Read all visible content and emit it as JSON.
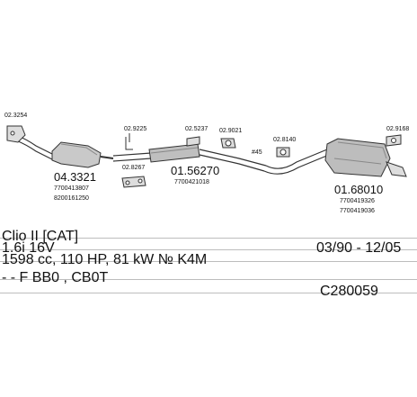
{
  "parts": {
    "p1": "02.3254",
    "p2_code": "04.3321",
    "p2_oe1": "7700413807",
    "p2_oe2": "8200161250",
    "p3": "02.9225",
    "p4": "02.8267",
    "p5": "02.5237",
    "p6_code": "01.56270",
    "p6_oe": "7700421018",
    "p7": "02.9021",
    "p8": "45",
    "p9": "02.8140",
    "p10": "02.9168",
    "p11_code": "01.68010",
    "p11_oe1": "7700419326",
    "p11_oe2": "7700419036"
  },
  "info": {
    "model": "Clio II [CAT]",
    "engine": "1.6i 16V",
    "years": "03/90 - 12/05",
    "specs": "1598 cc, 110 HP, 81 kW № K4M",
    "chassis": "- - F BB0 , CB0T",
    "ref": "C280059"
  }
}
